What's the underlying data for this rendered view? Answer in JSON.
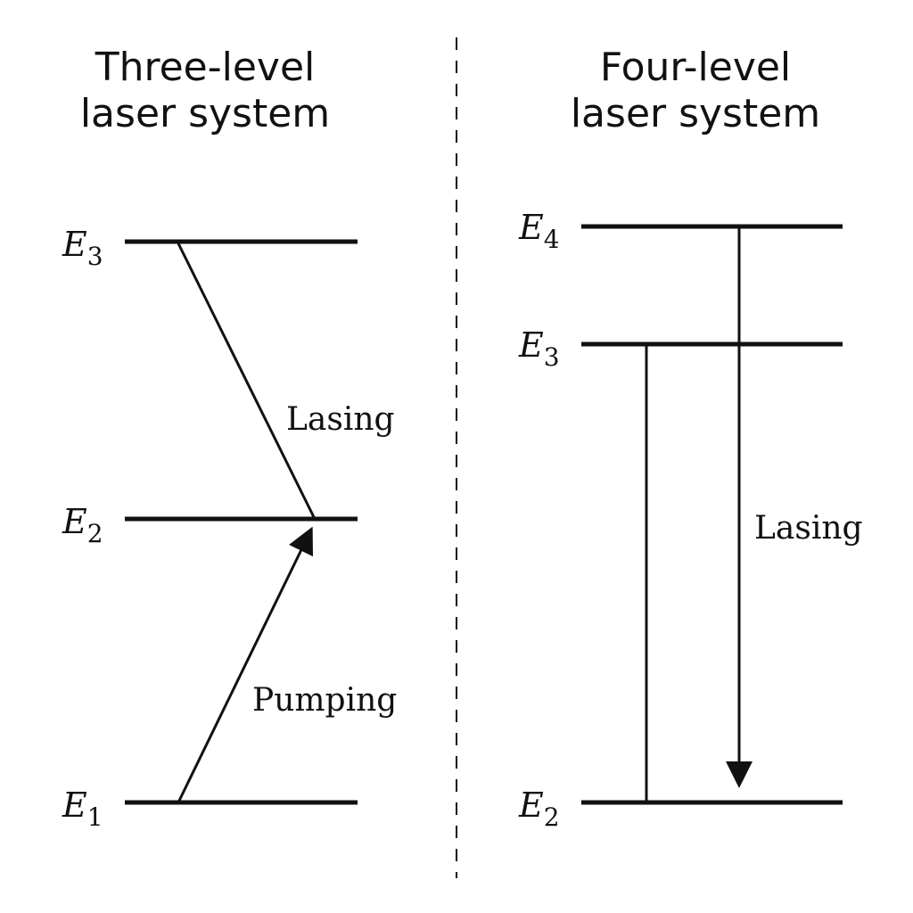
{
  "left_panel": {
    "title_line1": "Three-level",
    "title_line2": "laser system",
    "levels": [
      {
        "symbol": "E",
        "subscript": "3"
      },
      {
        "symbol": "E",
        "subscript": "2"
      },
      {
        "symbol": "E",
        "subscript": "1"
      }
    ],
    "lasing_label": "Lasing",
    "pumping_label": "Pumping"
  },
  "right_panel": {
    "title_line1": "Four-level",
    "title_line2": "laser system",
    "levels": [
      {
        "symbol": "E",
        "subscript": "4"
      },
      {
        "symbol": "E",
        "subscript": "3"
      },
      {
        "symbol": "E",
        "subscript": "2"
      }
    ],
    "lasing_label": "Lasing"
  },
  "colors": {
    "line": "#111111",
    "background": "#ffffff"
  }
}
